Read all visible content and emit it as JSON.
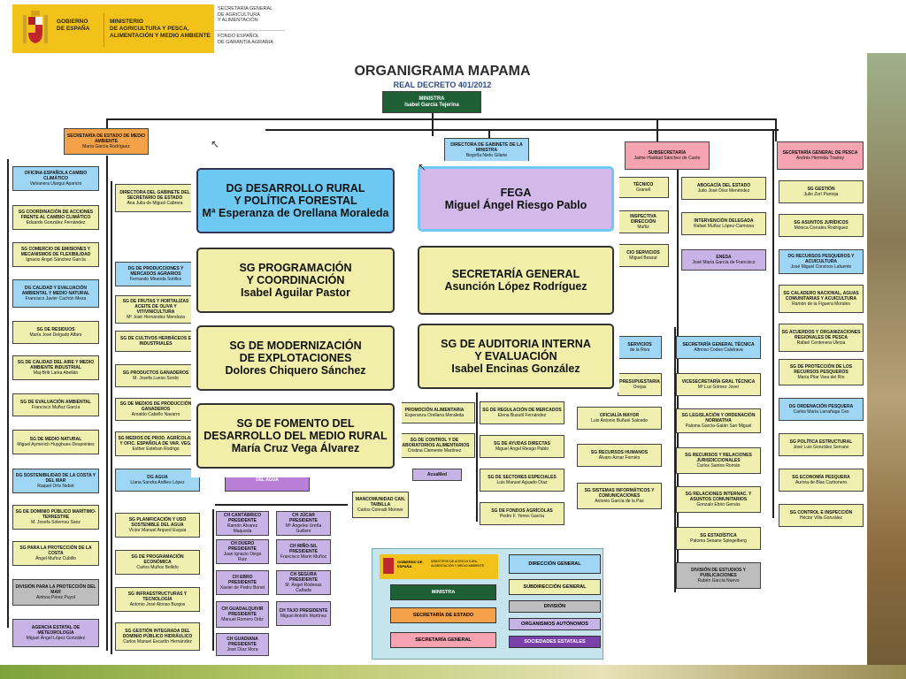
{
  "header": {
    "gov_line1": "GOBIERNO",
    "gov_line2": "DE ESPAÑA",
    "ministry_line1": "MINISTERIO",
    "ministry_line2": "DE AGRICULTURA Y PESCA,",
    "ministry_line3": "ALIMENTACIÓN Y MEDIO AMBIENTE",
    "sec_line1": "SECRETARÍA GENERAL",
    "sec_line2": "DE AGRICULTURA",
    "sec_line3": "Y ALIMENTACIÓN",
    "fondo_line1": "FONDO ESPAÑOL",
    "fondo_line2": "DE GARANTÍA AGRARIA"
  },
  "title": "ORGANIGRAMA MAPAMA",
  "subtitle": "REAL DECRETO 401/2012",
  "ministra": {
    "label": "MINISTRA",
    "name": "Isabel García Tejerina"
  },
  "nodes": {
    "se_ma": {
      "label": "SECRETARÍA DE ESTADO DE MEDIO AMBIENTE",
      "name": "María García Rodríguez"
    },
    "gabinete_min": {
      "label": "DIRECTORA DE GABINETE DE LA MINISTRA",
      "name": "Begoña Nieto Gilarte"
    },
    "subsecretaria": {
      "label": "SUBSECRETARÍA",
      "name": "Jaime Haddad Sánchez de Cueto"
    },
    "sg_pesca": {
      "label": "SECRETARÍA GENERAL DE PESCA",
      "name": "Andrés Hermida Trastoy"
    },
    "oficina_cc": {
      "label": "OFICINA ESPAÑOLA CAMBIO CLIMÁTICO",
      "name": "Valvanera Ulargui Aparicio"
    },
    "sg_coord_cc": {
      "label": "SG COORDINACIÓN DE ACCIONES FRENTE AL CAMBIO CLIMÁTICO",
      "name": "Eduardo González Fernández"
    },
    "sg_comercio": {
      "label": "SG COMERCIO DE EMISIONES Y MECANISMOS DE FLEXIBILIDAD",
      "name": "Ignacio Ángel Sánchez García"
    },
    "dg_calidad": {
      "label": "DG CALIDAD Y EVALUACIÓN AMBIENTAL Y MEDIO NATURAL",
      "name": "Francisco Javier Cachón Meza"
    },
    "sg_residuos": {
      "label": "SG DE RESIDUOS",
      "name": "María José Delgado Alfaro"
    },
    "sg_calidad_aire": {
      "label": "SG DE CALIDAD DEL AIRE Y MEDIO AMBIENTE INDUSTRIAL",
      "name": "Maj-Britt Larka Abellán"
    },
    "sg_eval": {
      "label": "SG DE EVALUACIÓN AMBIENTAL",
      "name": "Francisco Muñoz García"
    },
    "sg_medio_natural": {
      "label": "SG DE MEDIO NATURAL",
      "name": "Miguel Aymerich Huyghues-Despointes"
    },
    "dg_costa": {
      "label": "DG SOSTENIBILIDAD DE LA COSTA Y DEL MAR",
      "name": "Raquel Orts Nebot"
    },
    "sg_dominio": {
      "label": "SG DE DOMINIO PÚBLICO MARÍTIMO-TERRESTRE",
      "name": "M. Josefa Solernou Sanz"
    },
    "sg_proteccion_costa": {
      "label": "SG PARA LA PROTECCIÓN DE LA COSTA",
      "name": "Ángel Muñoz Cubillo"
    },
    "division_mar": {
      "label": "DIVISIÓN PARA LA PROTECCIÓN DEL MAR",
      "name": "Ainhoa Pérez Puyol"
    },
    "aemet": {
      "label": "AGENCIA ESTATAL DE METEOROLOGÍA",
      "name": "Miguel Ángel López González"
    },
    "dir_gab_se": {
      "label": "DIRECTORA DEL GABINETE DEL SECRETARIO DE ESTADO",
      "name": "Ana Julia de Miguel Cabrera"
    },
    "dg_agua": {
      "label": "DG AGUA",
      "name": "Liana Sandra Ardiles López"
    },
    "sg_planif": {
      "label": "SG PLANIFICACIÓN Y USO SOSTENIBLE DEL AGUA",
      "name": "Víctor Manuel Arqued Esquia"
    },
    "sg_prog_econ": {
      "label": "SG DE PROGRAMACIÓN ECONÓMICA",
      "name": "Carlos Muñoz Bellido"
    },
    "sg_infra": {
      "label": "SG INFRAESTRUCTURAS Y TECNOLOGÍA",
      "name": "Antonio José Alonso Burgos"
    },
    "sg_gestion_dph": {
      "label": "SG GESTIÓN INTEGRADA DEL DOMINIO PÚBLICO HIDRÁULICO",
      "name": "Carlos Manuel Escartín Hernández"
    },
    "dg_prod": {
      "label": "DG DE PRODUCCIONES Y MERCADOS AGRARIOS",
      "name": "Fernando Miranda Sotillos"
    },
    "sg_frutas": {
      "label": "SG DE FRUTAS Y HORTALIZAS ACEITE DE OLIVA Y VITIVINICULTURA",
      "name": "Mª José Hernández Mendoza"
    },
    "sg_cultivos": {
      "label": "SG DE CULTIVOS HERBÁCEOS E INDUSTRIALES",
      "name": ""
    },
    "sg_ganaderos": {
      "label": "SG PRODUCTOS GANADEROS",
      "name": "M. Josefa Lueso Sordo"
    },
    "sg_medios_prod": {
      "label": "SG DE MEDIOS DE PRODUCCIÓN GANADEROS",
      "name": "Arnaldo Cabello Navarro"
    },
    "sg_medios_agric": {
      "label": "SG MEDIOS DE PROD. AGRÍCOLAS Y OFIC. ESPAÑOLA DE VAR. VEG.",
      "name": "Esther Esteban Rodrigo"
    },
    "ch_cantabrico": {
      "label": "CH CANTÁBRICO PRESIDENTE",
      "name": "Ramón Álvarez Maqueda"
    },
    "ch_jucar": {
      "label": "CH JÚCAR PRESIDENTE",
      "name": "Mª Ángeles Ureña Guillem"
    },
    "ch_duero": {
      "label": "CH DUERO PRESIDENTE",
      "name": "Juan Ignacio Diego Ruiz"
    },
    "ch_minosil": {
      "label": "CH MIÑO-SIL PRESIDENTE",
      "name": "Francisco Marín Muñoz"
    },
    "ch_ebro": {
      "label": "CH EBRO PRESIDENTE",
      "name": "Xavier de Pedro Bonet"
    },
    "ch_segura": {
      "label": "CH SEGURA PRESIDENTE",
      "name": "M. Ángel Ródenas Cañada"
    },
    "ch_guadalquivir": {
      "label": "CH GUADALQUIVIR PRESIDENTE",
      "name": "Manuel Romero Ortiz"
    },
    "ch_tajo": {
      "label": "CH TAJO PRESIDENTE",
      "name": "Miguel Antolín Martínez"
    },
    "ch_guadiana": {
      "label": "CH GUADIANA PRESIDENTE",
      "name": "José Díaz Mora"
    },
    "mancomunidad": {
      "label": "MANCOMUNIDAD CAN. TAIBILLA",
      "name": "Carlos Conradi Monner"
    },
    "acuamed": {
      "label": "AcuaMed",
      "name": ""
    },
    "sg_mercados": {
      "label": "SG DE REGULACIÓN DE MERCADOS",
      "name": "Elena Busutil Fernández"
    },
    "sg_ayudas": {
      "label": "SG DE AYUDAS DIRECTAS",
      "name": "Miguel Ángel Riesgo Pablo"
    },
    "sg_sectores": {
      "label": "SG DE SECTORES ESPECIALES",
      "name": "Luis Manuel Aguado Díaz"
    },
    "sg_fondos": {
      "label": "SG DE FONDOS AGRÍCOLAS",
      "name": "Pedro F. Yenes García"
    },
    "oficialia": {
      "label": "OFICIALÍA MAYOR",
      "name": "Luis Antonio Buñuel Salcedo"
    },
    "sg_rrhh": {
      "label": "SG RECURSOS HUMANOS",
      "name": "Álvaro Aznar Forniés"
    },
    "sg_sistemas": {
      "label": "SG SISTEMAS INFORMÁTICOS Y COMUNICACIONES",
      "name": "Antonio García de la Paz"
    },
    "sg_tecnica": {
      "label": "SECRETARÍA GENERAL TÉCNICA",
      "name": "Alfonso Codes Calatrava"
    },
    "vicesecretaria": {
      "label": "VICESECRETARÍA GRAL TÉCNICA",
      "name": "Mª Luz Gómez Jover"
    },
    "sg_legislacion": {
      "label": "SG LEGISLACIÓN Y ORDENACIÓN NORMATIVA",
      "name": "Paloma García-Galán San Miguel"
    },
    "sg_recursos_jur": {
      "label": "SG RECURSOS Y RELACIONES JURISDICCIONALES",
      "name": "Carlos Santos Román"
    },
    "sg_rel_intern": {
      "label": "SG RELACIONES INTERNAC. Y ASUNTOS COMUNITARIOS",
      "name": "Gonzalo Ebrio Gervás"
    },
    "sg_estadistica": {
      "label": "SG ESTADÍSTICA",
      "name": "Paloma Seoane Spiegelberg"
    },
    "div_estudios": {
      "label": "DIVISIÓN DE ESTUDIOS Y PUBLICACIONES",
      "name": "Rubén García Nuevo"
    },
    "abogacia": {
      "label": "ABOGACÍA DEL ESTADO",
      "name": "Julio José Díez Menéndez"
    },
    "intervencion": {
      "label": "INTERVENCIÓN DELEGADA",
      "name": "Rafael Muñoz López-Carmona"
    },
    "enesa": {
      "label": "ENESA",
      "name": "José María García de Francisco"
    },
    "sg_gestion_p": {
      "label": "SG GESTIÓN",
      "name": "Julio Zorí Pantoja"
    },
    "sg_juridicos": {
      "label": "SG ASUNTOS JURÍDICOS",
      "name": "Mónica Corrales Rodríguez"
    },
    "dg_rec_pesq": {
      "label": "DG RECURSOS PESQUEROS Y ACUICULTURA",
      "name": "José Miguel Corvinos Lafuente"
    },
    "sg_caladero": {
      "label": "SG CALADERO NACIONAL, AGUAS COMUNITARIAS Y ACUICULTURA",
      "name": "Ramón de la Figuera Morales"
    },
    "sg_acuerdos": {
      "label": "SG ACUERDOS Y ORGANIZACIONES REGIONALES DE PESCA",
      "name": "Rafael Centenera Ulecia"
    },
    "sg_protec_rec": {
      "label": "SG DE PROTECCIÓN DE LOS RECURSOS PESQUEROS",
      "name": "María Pilar Vara del Río"
    },
    "dg_ordenacion": {
      "label": "DG ORDENACIÓN PESQUERA",
      "name": "Carlos María Larrañaga Ces"
    },
    "sg_politica": {
      "label": "SG POLÍTICA ESTRUCTURAL",
      "name": "José Luis González Serrano"
    },
    "sg_economia": {
      "label": "SG ECONOMÍA PESQUERA",
      "name": "Aurora de Blas Carbonero"
    },
    "sg_control": {
      "label": "SG CONTROL E INSPECCIÓN",
      "name": "Héctor Villa González"
    },
    "fega_small": {
      "label": "FEGA",
      "name": ""
    },
    "esp_peq1": {
      "label": "TÉCNICO",
      "name": "Granell"
    },
    "esp_peq2": {
      "label": "INSPECTIVA DIRECCIÓN",
      "name": "Muñiz"
    },
    "esp_peq3": {
      "label": "CIO SERVICIOS",
      "name": "Miguel Bossut"
    },
    "sg_presupuestaria": {
      "label": "PRESUPUESTARIA",
      "name": "Orejas"
    },
    "servicios_ga": {
      "label": "SERVICIOS",
      "name": "de la Riva"
    },
    "agua_purple": {
      "label": "DEL AGUA",
      "name": ""
    },
    "sg_promocion": {
      "label": "PROMOCIÓN ALIMENTARIA",
      "name": "Esperanza Orellana Moraleda"
    },
    "sg_control_lab": {
      "label": "SG DE CONTROL Y DE LABORATORIOS ALIMENTARIOS",
      "name": "Cristina Clemente Martínez"
    }
  },
  "overlays": {
    "dg_rural": {
      "line1": "DG DESARROLLO RURAL",
      "line2": "Y POLÍTICA FORESTAL",
      "line3": "Mª Esperanza de Orellana Moraleda"
    },
    "sg_prog": {
      "line1": "SG PROGRAMACIÓN",
      "line2": "Y COORDINACIÓN",
      "line3": "Isabel Aguilar Pastor"
    },
    "sg_modern": {
      "line1": "SG DE MODERNIZACIÓN",
      "line2": "DE EXPLOTACIONES",
      "line3": "Dolores Chiquero Sánchez"
    },
    "sg_fomento": {
      "line1": "SG DE FOMENTO DEL",
      "line2": "DESARROLLO DEL MEDIO RURAL",
      "line3": "María Cruz Vega Álvarez"
    },
    "fega": {
      "line1": "FEGA",
      "line2": "Miguel Ángel Riesgo Pablo"
    },
    "sec_general": {
      "line1": "SECRETARÍA GENERAL",
      "line2": "Asunción López Rodríguez"
    },
    "sg_auditoria": {
      "line1": "SG DE AUDITORIA INTERNA",
      "line2": "Y EVALUACIÓN",
      "line3": "Isabel Encinas González"
    }
  },
  "legend": {
    "ministra": "MINISTRA",
    "se": "SECRETARÍA DE ESTADO",
    "sg": "SECRETARÍA GENERAL",
    "dg": "DIRECCIÓN GENERAL",
    "sdg": "SUBDIRECCIÓN GENERAL",
    "div": "DIVISIÓN",
    "oa": "ORGANISMOS AUTÓNOMOS",
    "se2": "SOCIEDADES ESTATALES",
    "logo_gov": "GOBIERNO DE ESPAÑA",
    "logo_min": "MINISTERIO DE AGRICULTURA, ALIMENTACIÓN Y MEDIO AMBIENTE"
  }
}
